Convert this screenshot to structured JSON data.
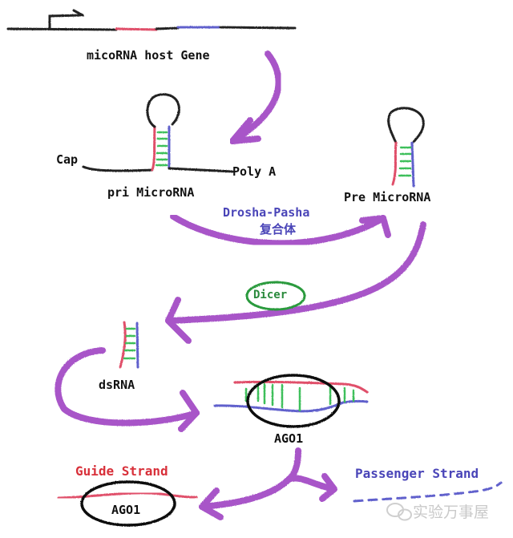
{
  "diagram": {
    "labels": {
      "host_gene": "micoRNA host Gene",
      "cap": "Cap",
      "poly_a": "Poly A",
      "pri_microrna": "pri MicroRNA",
      "pre_microrna": "Pre MicroRNA",
      "drosha_pasha": "Drosha-Pasha",
      "complex": "复合体",
      "dicer": "Dicer",
      "dsrna": "dsRNA",
      "ago1_complex": "AGO1",
      "guide_strand": "Guide Strand",
      "ago1_guide": "AGO1",
      "passenger_strand": "Passenger Strand"
    },
    "watermark": {
      "icon": "wechat-icon",
      "text": "实验万事屋"
    },
    "colors": {
      "arrow": "#a855c8",
      "strand_red": "#e0506a",
      "strand_blue": "#6060cc",
      "base_pair_green": "#3cbf5a",
      "dicer_circle": "#2a9a3c",
      "backbone": "#222222"
    },
    "steps": [
      {
        "from": "micoRNA host Gene",
        "to": "pri MicroRNA"
      },
      {
        "from": "pri MicroRNA",
        "to": "Pre MicroRNA",
        "via": "Drosha-Pasha 复合体"
      },
      {
        "from": "Pre MicroRNA",
        "to": "dsRNA",
        "via": "Dicer"
      },
      {
        "from": "dsRNA",
        "to": "AGO1"
      },
      {
        "from": "AGO1",
        "to": "Guide Strand"
      },
      {
        "from": "AGO1",
        "to": "Passenger Strand"
      }
    ]
  }
}
